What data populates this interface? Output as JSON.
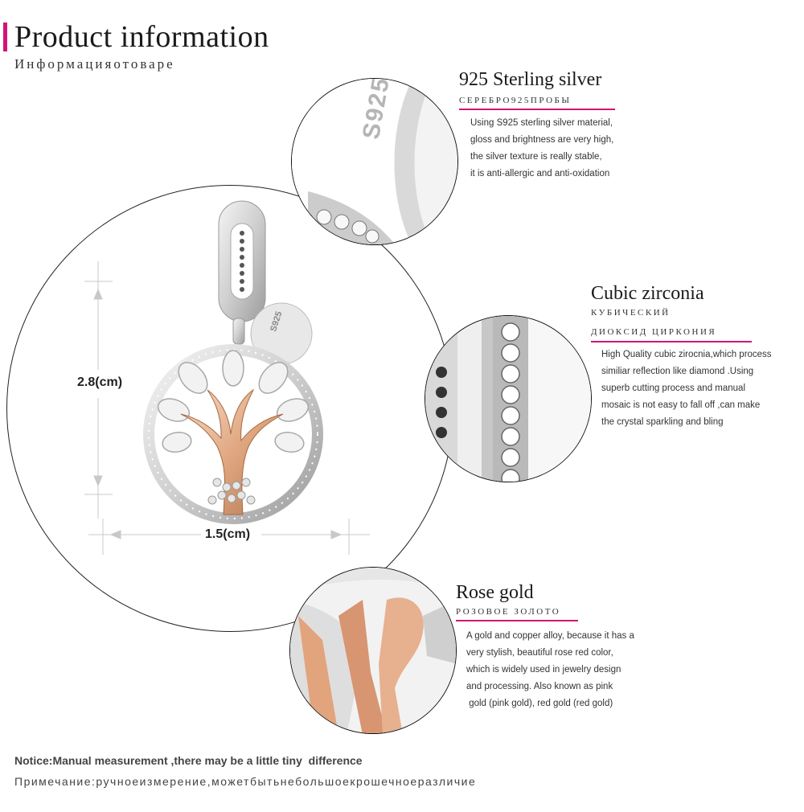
{
  "header": {
    "title": "Product information",
    "subtitle": "Информацияотоваре",
    "accent_color": "#d2147a"
  },
  "dimensions": {
    "height": "2.8(cm)",
    "width": "1.5(cm)"
  },
  "product_image": {
    "icon": "tree-of-life-pendant",
    "stamp": "S925"
  },
  "features": {
    "silver": {
      "title": "925 Sterling silver",
      "subtitle_ru": "СЕРЕБРО925ПРОБЫ",
      "desc": [
        "Using S925 sterling silver material,",
        "gloss and brightness are very high,",
        "the silver texture is really stable,",
        "it is anti-allergic and anti-oxidation"
      ],
      "stamp": "S925"
    },
    "zirconia": {
      "title": "Cubic zirconia",
      "subtitle_ru_line1": "КУБИЧЕСКИЙ",
      "subtitle_ru_line2": "ДИОКСИД ЦИРКОНИЯ",
      "desc": [
        "High Quality cubic zirocnia,which process",
        "similiar reflection like diamond .Using",
        "superb cutting process and manual",
        "mosaic is not easy to fall off ,can make",
        "the crystal sparkling and bling"
      ]
    },
    "rosegold": {
      "title": "Rose gold",
      "subtitle_ru": "РОЗОВОЕ ЗОЛОТО",
      "desc": [
        "A gold and copper alloy, because it has a",
        "very stylish, beautiful rose red color,",
        "which is widely used in jewelry design",
        "and processing. Also known as pink",
        " gold (pink gold), red gold (red gold)"
      ]
    }
  },
  "notice": {
    "en": "Notice:Manual measurement ,there may be a little tiny  difference",
    "ru": "Примечание:ручноеизмерение,можетбытьнебольшоекрошечноеразличие"
  }
}
